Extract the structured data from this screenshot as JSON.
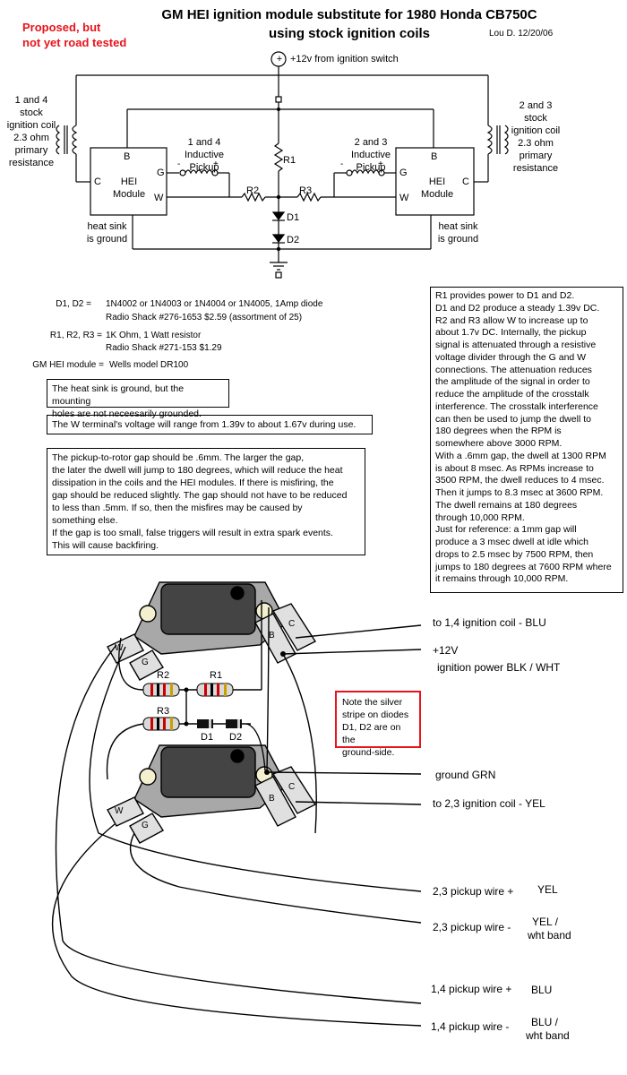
{
  "header": {
    "status_line1": "Proposed, but",
    "status_line2": "not yet road tested",
    "title_line1": "GM HEI ignition module substitute for 1980 Honda CB750C",
    "title_line2": "using stock ignition coils",
    "author_date": "Lou D. 12/20/06"
  },
  "schematic": {
    "supply_label": "+12v from ignition switch",
    "supply_symbol": "+",
    "coil_left": [
      "1 and 4",
      "stock",
      "ignition coil",
      "2.3 ohm",
      "primary",
      "resistance"
    ],
    "coil_right": [
      "2 and 3",
      "stock",
      "ignition coil",
      "2.3 ohm",
      "primary",
      "resistance"
    ],
    "module_left": {
      "b": "B",
      "c": "C",
      "g": "G",
      "w": "W",
      "name1": "HEI",
      "name2": "Module"
    },
    "module_right": {
      "b": "B",
      "c": "C",
      "g": "G",
      "w": "W",
      "name1": "HEI",
      "name2": "Module"
    },
    "pickup_left": [
      "1 and 4",
      "Inductive",
      "Pickup"
    ],
    "pickup_right": [
      "2 and 3",
      "Inductive",
      "Pickup"
    ],
    "pickup_minus": "-",
    "pickup_plus": "+",
    "r1": "R1",
    "r2": "R2",
    "r3": "R3",
    "d1": "D1",
    "d2": "D2",
    "heatsink_left": [
      "heat sink",
      "is ground"
    ],
    "heatsink_right": [
      "heat sink",
      "is ground"
    ]
  },
  "parts": {
    "d_label": "D1, D2  =",
    "d_line1": "1N4002 or 1N4003 or 1N4004 or 1N4005, 1Amp diode",
    "d_line2": "Radio Shack  #276-1653  $2.59 (assortment of 25)",
    "r_label": "R1, R2, R3  =",
    "r_line1": "1K Ohm, 1 Watt resistor",
    "r_line2": "Radio Shack  #271-153  $1.29",
    "m_label": "GM HEI module  =",
    "m_line1": "Wells model DR100"
  },
  "notes": {
    "heatsink": [
      "The heat sink is ground, but the mounting",
      " holes are not neceesarily grounded."
    ],
    "w_terminal": "The W terminal's voltage will range from 1.39v to about 1.67v during use.",
    "gap": [
      "The pickup-to-rotor gap should be .6mm.  The larger the gap,",
      "the later the dwell will jump to 180 degrees, which will reduce the heat",
      "dissipation in the coils and the HEI modules.  If there is misfiring, the",
      "gap should be reduced slightly. The gap should not have to be reduced",
      "to less than .5mm.     If so, then the misfires may be caused by",
      "something else.",
      "If the gap is too small, false triggers will result in extra spark events.",
      "This will cause backfiring."
    ],
    "explain": [
      "R1 provides power to D1 and D2.",
      "D1 and D2 produce a steady 1.39v DC.",
      "R2 and R3 allow W to increase up to",
      "about 1.7v DC.  Internally, the pickup",
      "signal is attenuated through a resistive",
      "voltage divider through the G and W",
      "connections.  The attenuation reduces",
      "the amplitude of the signal in order to",
      "reduce the amplitude of the crosstalk",
      "interference.  The crosstalk interference",
      "can then be used to jump the dwell to",
      "180 degrees when the RPM is",
      "somewhere above 3000 RPM.",
      " With a .6mm gap, the dwell at 1300 RPM",
      "is about 8 msec.  As RPMs increase to",
      "3500 RPM, the dwell reduces to 4 msec.",
      "Then it jumps to 8.3 msec at 3600 RPM.",
      "The dwell remains at 180 degrees",
      "through 10,000 RPM.",
      "Just for reference: a 1mm gap will",
      "produce a 3 msec dwell at idle which",
      "drops to 2.5 msec by 7500 RPM, then",
      "jumps to 180 degrees at 7600 RPM where",
      "it remains  through 10,000 RPM."
    ],
    "diode_note": [
      "Note the silver",
      "stripe on diodes",
      "D1, D2 are on the",
      "ground-side."
    ]
  },
  "wiring": {
    "r1": "R1",
    "r2": "R2",
    "r3": "R3",
    "d1": "D1",
    "d2": "D2",
    "term_w": "W",
    "term_g": "G",
    "term_b": "B",
    "term_c": "C",
    "labels": {
      "coil14": "to 1,4 ignition coil -  BLU",
      "power1": "+12V",
      "power2": "ignition power  BLK / WHT",
      "ground": "ground  GRN",
      "coil23": "to 2,3 ignition coil -  YEL",
      "p23plus_a": "2,3  pickup wire +",
      "p23plus_b": "YEL",
      "p23minus_a": "2,3  pickup wire -",
      "p23minus_b1": "YEL /",
      "p23minus_b2": "wht band",
      "p14plus_a": "1,4 pickup wire +",
      "p14plus_b": "BLU",
      "p14minus_a": "1,4  pickup wire  -",
      "p14minus_b1": "BLU /",
      "p14minus_b2": "wht band"
    }
  }
}
